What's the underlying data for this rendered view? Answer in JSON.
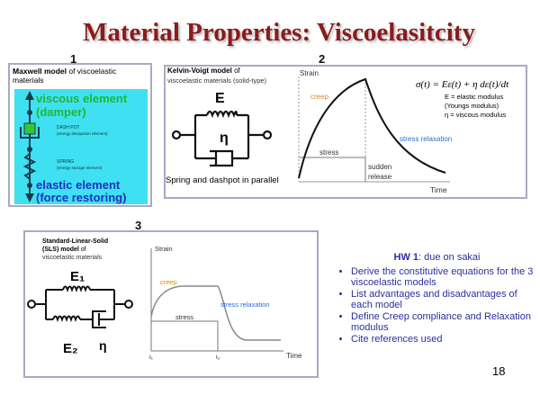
{
  "title": "Material Properties: Viscoelasitcity",
  "panel1": {
    "num": "1",
    "heading_bold": "Maxwell model",
    "heading_rest": " of viscoelastic materials",
    "viscous": "viscous element",
    "viscous2": "(damper)",
    "dashpot": "DASH POT",
    "dashpot_sub": "(energy dissipation element)",
    "spring": "SPRING",
    "spring_sub": "(energy storage element)",
    "elastic": "elastic element",
    "elastic2": "(force restoring)"
  },
  "panel2": {
    "num": "2",
    "heading_bold": "Kelvin-Voigt model",
    "heading_rest": " of",
    "heading2": "viscoelastic materials (solid-type)",
    "E": "E",
    "eta": "η",
    "caption": "Spring and dashpot in parallel",
    "strain": "Strain",
    "creep": "creep",
    "stress": "stress",
    "sudden": "sudden",
    "release": "release",
    "relax": "stress relaxation",
    "time": "Time",
    "equation": "σ(t) = Eε(t) + η dε(t)/dt",
    "legend": [
      "E = elastic modulus",
      "(Youngs modulus)",
      "η = viscous modulus"
    ]
  },
  "panel3": {
    "num": "3",
    "heading1": "Standard-Linear-Solid",
    "heading2_bold": "(SLS) model",
    "heading2_rest": " of",
    "heading3": "viscoelastic materials",
    "E1": "E₁",
    "E2": "E₂",
    "eta": "η",
    "strain": "Strain",
    "creep": "creep",
    "stress": "stress",
    "relax": "stress relaxation",
    "t1": "t₁",
    "t2": "t₂",
    "time": "Time"
  },
  "hw": {
    "heading_bold": "HW 1",
    "heading_rest": ": due on sakai",
    "items": [
      "Derive the  constitutive equations for the 3 viscoelastic models",
      "List advantages and disadvantages of each model",
      "Define Creep compliance and Relaxation modulus",
      "Cite references used"
    ]
  },
  "page_number": "18"
}
